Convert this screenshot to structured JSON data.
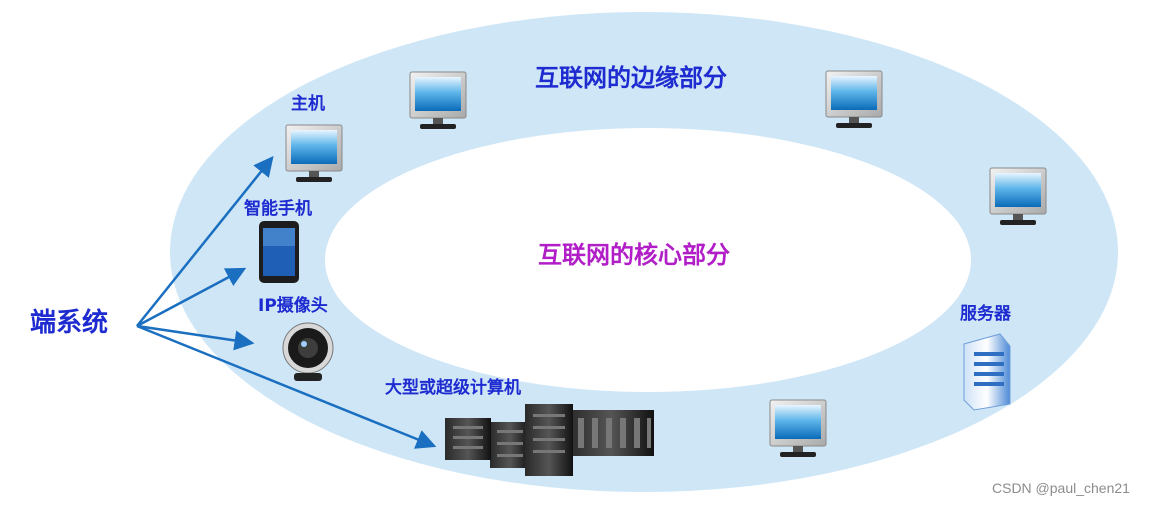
{
  "labels": {
    "edge": "互联网的边缘部分",
    "core": "互联网的核心部分",
    "end_system": "端系统",
    "host": "主机",
    "phone": "智能手机",
    "ip_camera": "IP摄像头",
    "supercomputer": "大型或超级计算机",
    "server": "服务器"
  },
  "watermark": "CSDN @paul_chen21",
  "colors": {
    "ring": "#cfe6f6",
    "label_blue": "#1d2bd0",
    "core_purple": "#b11ec7",
    "arrow": "#1b6fc0"
  },
  "icons": [
    "monitor-icon",
    "smartphone-icon",
    "webcam-icon",
    "server-rack-icon",
    "server-tower-icon",
    "arrow-icon"
  ]
}
